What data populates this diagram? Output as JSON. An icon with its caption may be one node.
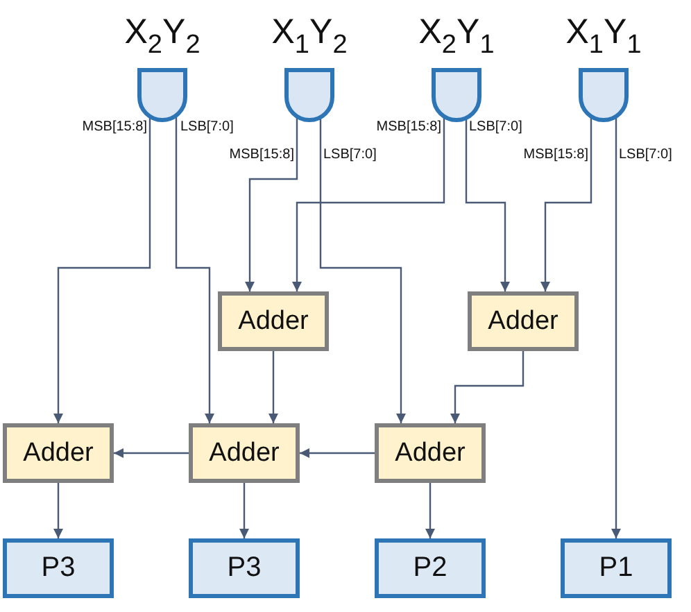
{
  "diagram": {
    "nodes": [
      {
        "text": [
          "X$_{2}$Y$_{2}$"
        ]
      },
      {
        "text": [
          "X$_{1}$Y$_{2}$"
        ]
      },
      {
        "text": [
          "X$_{2}$Y$_{1}$"
        ]
      },
      {
        "text": [
          "X$_{1}$Y$_{1}$"
        ]
      },
      {
        "text": [
          "Adder"
        ]
      },
      {
        "text": [
          "Adder"
        ]
      },
      {
        "text": [
          "Adder"
        ]
      },
      {
        "text": [
          "Adder"
        ]
      },
      {
        "text": [
          "Adder"
        ]
      },
      {
        "text": [
          "P3"
        ]
      },
      {
        "text": [
          "P3"
        ]
      },
      {
        "text": [
          "P2"
        ]
      },
      {
        "text": [
          "P1"
        ]
      }
    ],
    "edges": [
      {
        "from": 0,
        "to": 6,
        "arrow": "to",
        "label": "MSB[15:8]"
      },
      {
        "from": 0,
        "to": 7,
        "arrow": "to",
        "label": "LSB[7:0]"
      },
      {
        "from": 1,
        "to": 4,
        "arrow": "to",
        "label": "MSB[15:8]"
      },
      {
        "from": 1,
        "to": 8,
        "arrow": "to",
        "label": "LSB[7:0]"
      },
      {
        "from": 2,
        "to": 4,
        "arrow": "to",
        "label": "MSB[15:8]"
      },
      {
        "from": 2,
        "to": 5,
        "arrow": "to",
        "label": "LSB[7:0]"
      },
      {
        "from": 3,
        "to": 5,
        "arrow": "to",
        "label": "MSB[15:8]"
      },
      {
        "from": 3,
        "to": 12,
        "arrow": "to",
        "label": "LSB[7:0]"
      },
      {
        "from": 4,
        "to": 7,
        "arrow": "to"
      },
      {
        "from": 5,
        "to": 8,
        "arrow": "to"
      },
      {
        "from": 8,
        "to": 7,
        "arrow": "to"
      },
      {
        "from": 7,
        "to": 6,
        "arrow": "to"
      },
      {
        "from": 6,
        "to": 9,
        "arrow": "to"
      },
      {
        "from": 7,
        "to": 10,
        "arrow": "to"
      },
      {
        "from": 8,
        "to": 11,
        "arrow": "to"
      }
    ]
  }
}
